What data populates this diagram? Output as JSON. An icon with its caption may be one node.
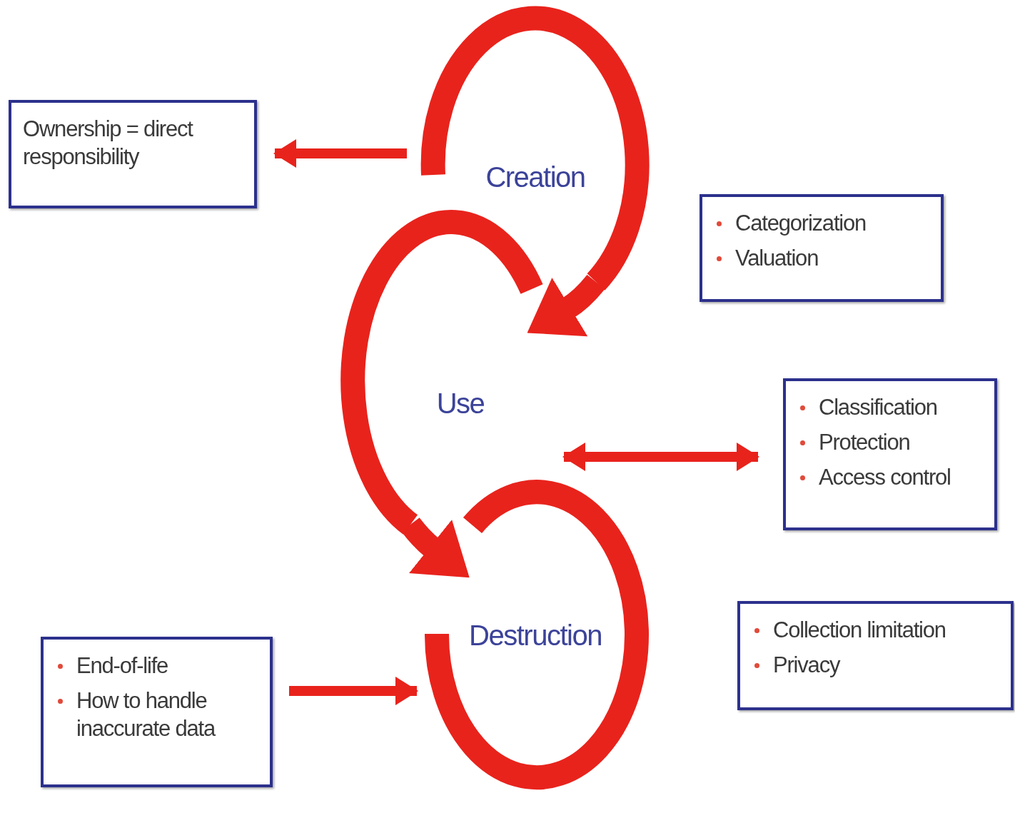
{
  "diagram": {
    "nodes": [
      {
        "text": [
          "Ownership = direct responsibility"
        ]
      },
      {
        "text": [
          "Creation"
        ]
      },
      {
        "text": [
          "Categorization",
          "Valuation"
        ]
      },
      {
        "text": [
          "Use"
        ]
      },
      {
        "text": [
          "Classification",
          "Protection",
          "Access control"
        ]
      },
      {
        "text": [
          "Destruction"
        ]
      },
      {
        "text": [
          "End-of-life",
          "How to handle inaccurate data"
        ]
      },
      {
        "text": [
          "Collection limitation",
          "Privacy"
        ]
      }
    ],
    "edges": [
      {
        "from": 1,
        "to": 0,
        "arrow": "to"
      },
      {
        "from": 1,
        "to": 3,
        "arrow": "to",
        "style": "thick"
      },
      {
        "from": 3,
        "to": 5,
        "arrow": "to",
        "style": "thick"
      },
      {
        "from": 3,
        "to": 4,
        "arrow": "both"
      },
      {
        "from": 6,
        "to": 5,
        "arrow": "to"
      }
    ]
  }
}
